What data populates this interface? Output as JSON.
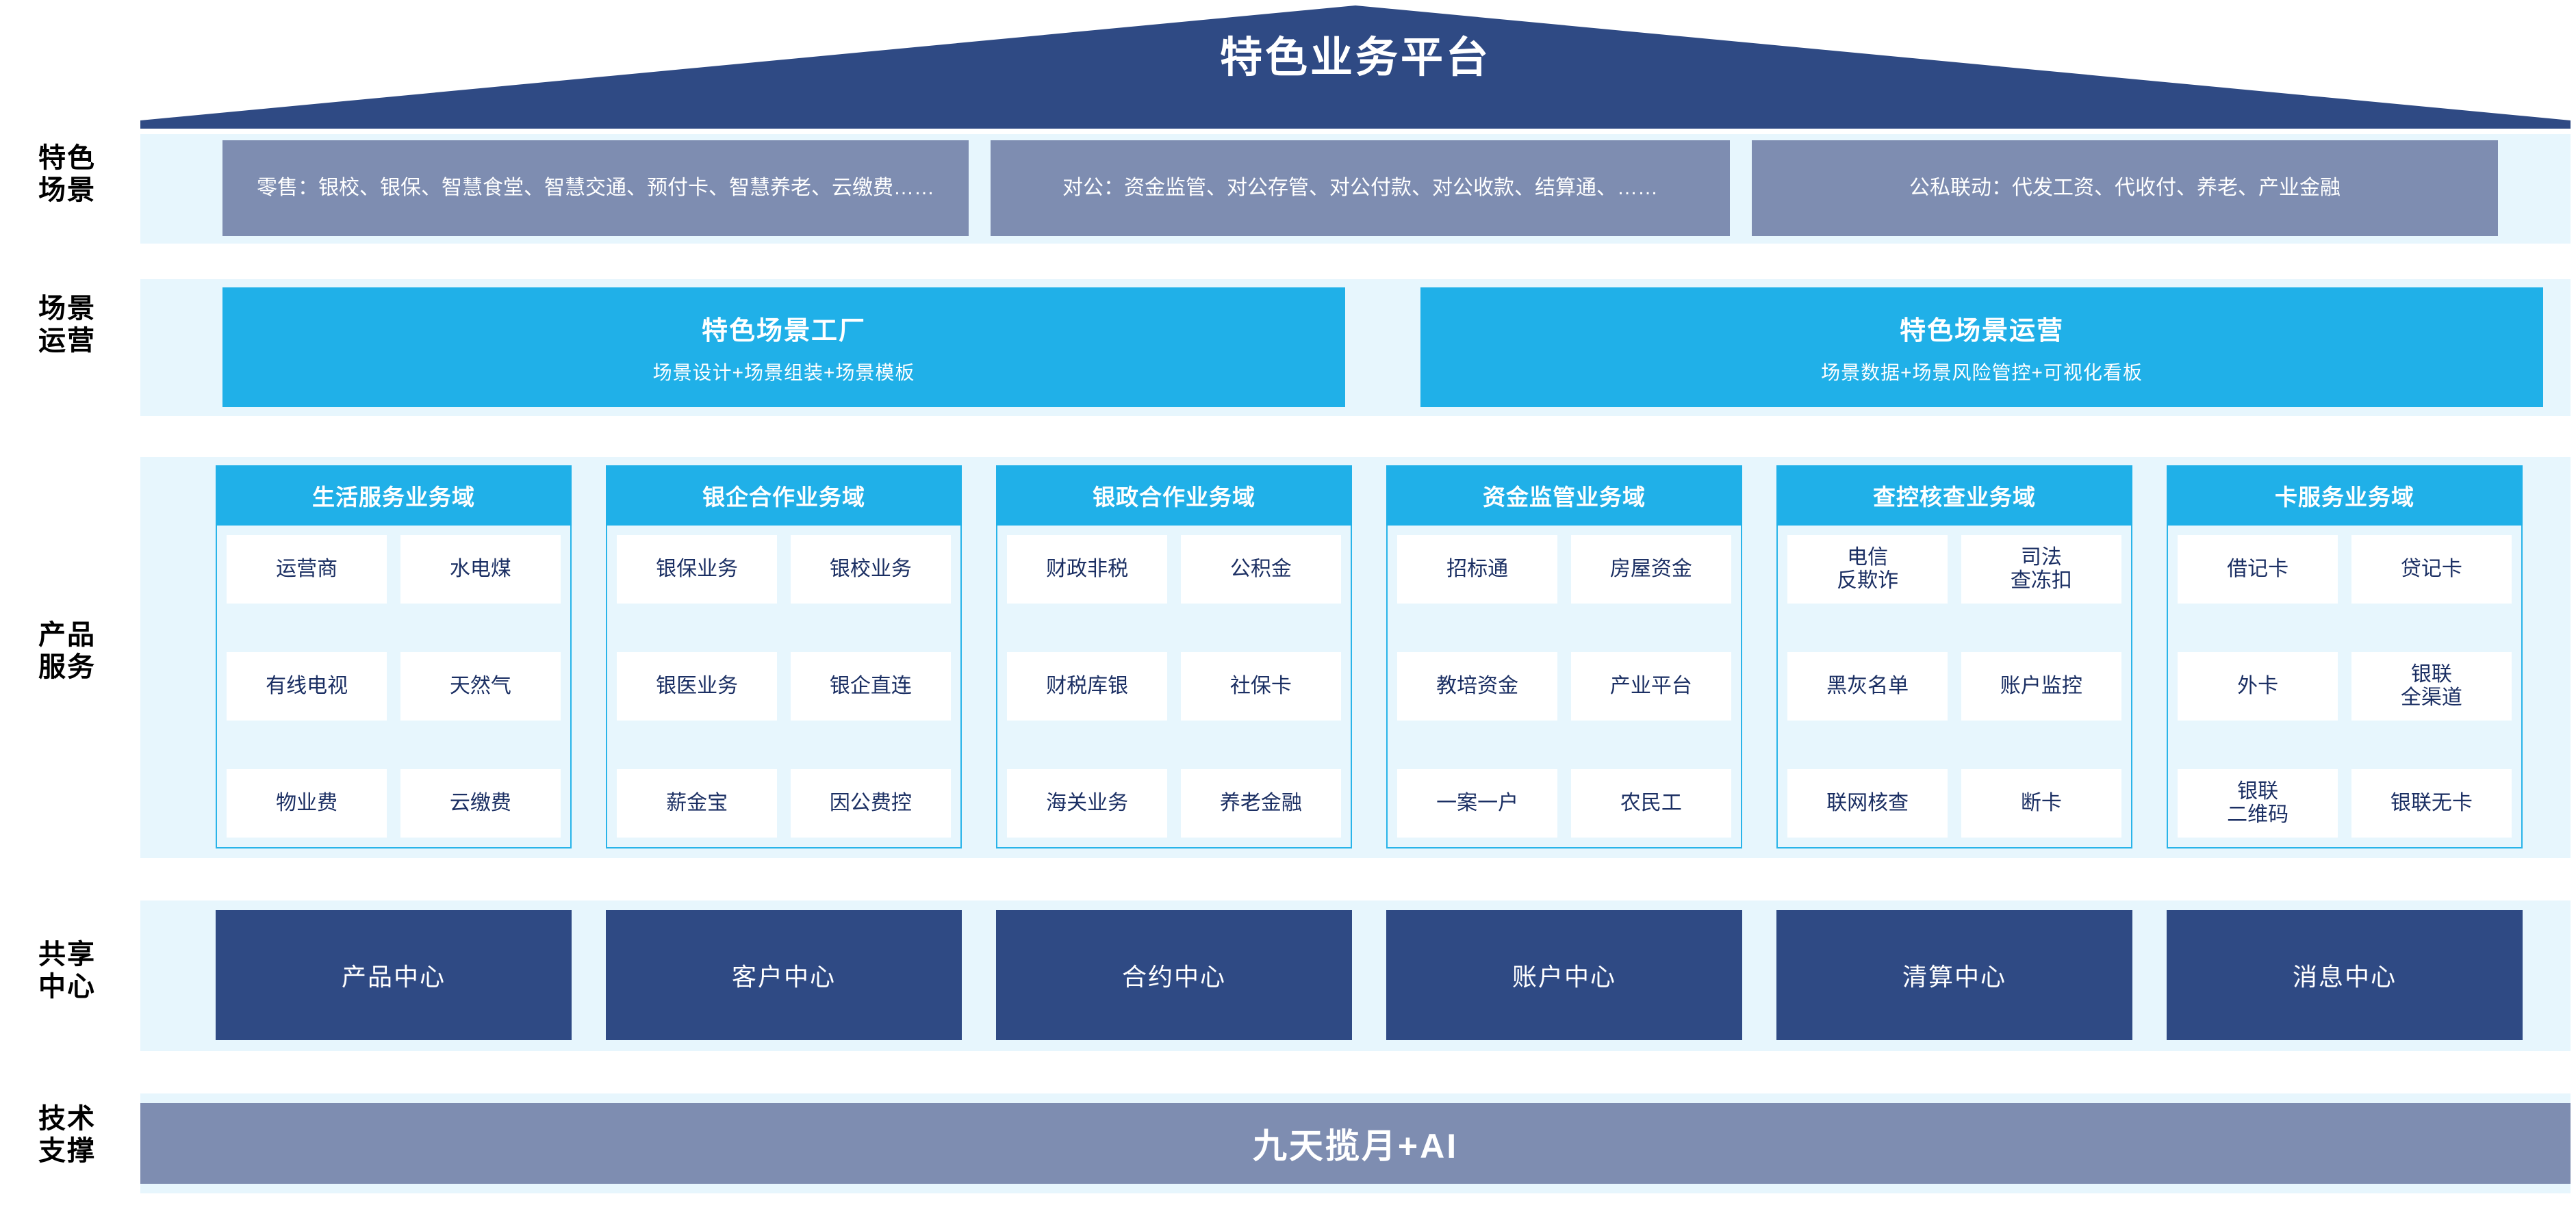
{
  "header": {
    "title": "特色业务平台",
    "roof_color": "#2f4a84"
  },
  "rails": [
    {
      "label_line1": "特色",
      "label_line2": "场景"
    },
    {
      "label_line1": "场景",
      "label_line2": "运营"
    },
    {
      "label_line1": "产品",
      "label_line2": "服务"
    },
    {
      "label_line1": "共享",
      "label_line2": "中心"
    },
    {
      "label_line1": "技术",
      "label_line2": "支撑"
    }
  ],
  "scenes": {
    "boxes": [
      {
        "text": "零售：银校、银保、智慧食堂、智慧交通、预付卡、智慧养老、云缴费……"
      },
      {
        "text": "对公：资金监管、对公存管、对公付款、对公收款、结算通、……"
      },
      {
        "text": "公私联动：代发工资、代收付、养老、产业金融"
      }
    ],
    "box_color": "#7e8db1"
  },
  "operations": {
    "boxes": [
      {
        "title": "特色场景工厂",
        "subtitle": "场景设计+场景组装+场景模板"
      },
      {
        "title": "特色场景运营",
        "subtitle": "场景数据+场景风险管控+可视化看板"
      }
    ],
    "box_color": "#20b0e8"
  },
  "products": {
    "accent_color": "#20b0e8",
    "cell_text_color": "#1b2f63",
    "columns": [
      {
        "title": "生活服务业务域",
        "cells": [
          [
            "运营商",
            "水电煤"
          ],
          [
            "有线电视",
            "天然气"
          ],
          [
            "物业费",
            "云缴费"
          ]
        ]
      },
      {
        "title": "银企合作业务域",
        "cells": [
          [
            "银保业务",
            "银校业务"
          ],
          [
            "银医业务",
            "银企直连"
          ],
          [
            "薪金宝",
            "因公费控"
          ]
        ]
      },
      {
        "title": "银政合作业务域",
        "cells": [
          [
            "财政非税",
            "公积金"
          ],
          [
            "财税库银",
            "社保卡"
          ],
          [
            "海关业务",
            "养老金融"
          ]
        ]
      },
      {
        "title": "资金监管业务域",
        "cells": [
          [
            "招标通",
            "房屋资金"
          ],
          [
            "教培资金",
            "产业平台"
          ],
          [
            "一案一户",
            "农民工"
          ]
        ]
      },
      {
        "title": "查控核查业务域",
        "cells": [
          [
            "电信\n反欺诈",
            "司法\n查冻扣"
          ],
          [
            "黑灰名单",
            "账户监控"
          ],
          [
            "联网核查",
            "断卡"
          ]
        ]
      },
      {
        "title": "卡服务业务域",
        "cells": [
          [
            "借记卡",
            "贷记卡"
          ],
          [
            "外卡",
            "银联\n全渠道"
          ],
          [
            "银联\n二维码",
            "银联无卡"
          ]
        ]
      }
    ]
  },
  "shared_centers": {
    "box_color": "#2f4a84",
    "items": [
      "产品中心",
      "客户中心",
      "合约中心",
      "账户中心",
      "清算中心",
      "消息中心"
    ]
  },
  "tech_support": {
    "label": "九天揽月+AI",
    "bar_color": "#7e8db1"
  }
}
